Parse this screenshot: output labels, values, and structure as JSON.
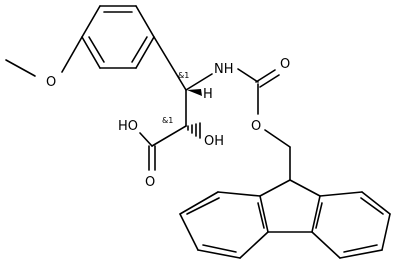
{
  "diagram": {
    "kind": "chemical-structure",
    "line_color": "#000000",
    "background": "#ffffff",
    "atoms": {
      "methoxy_o": "O",
      "nh": "NH",
      "carbonyl_o": "O",
      "ester_o": "O",
      "acid_oh": "HO",
      "acid_carbonyl_o": "O",
      "hydroxyl_oh": "OH",
      "stereo_h": "H"
    },
    "stereo_labels": {
      "c3": "&1",
      "c2": "&1"
    }
  }
}
